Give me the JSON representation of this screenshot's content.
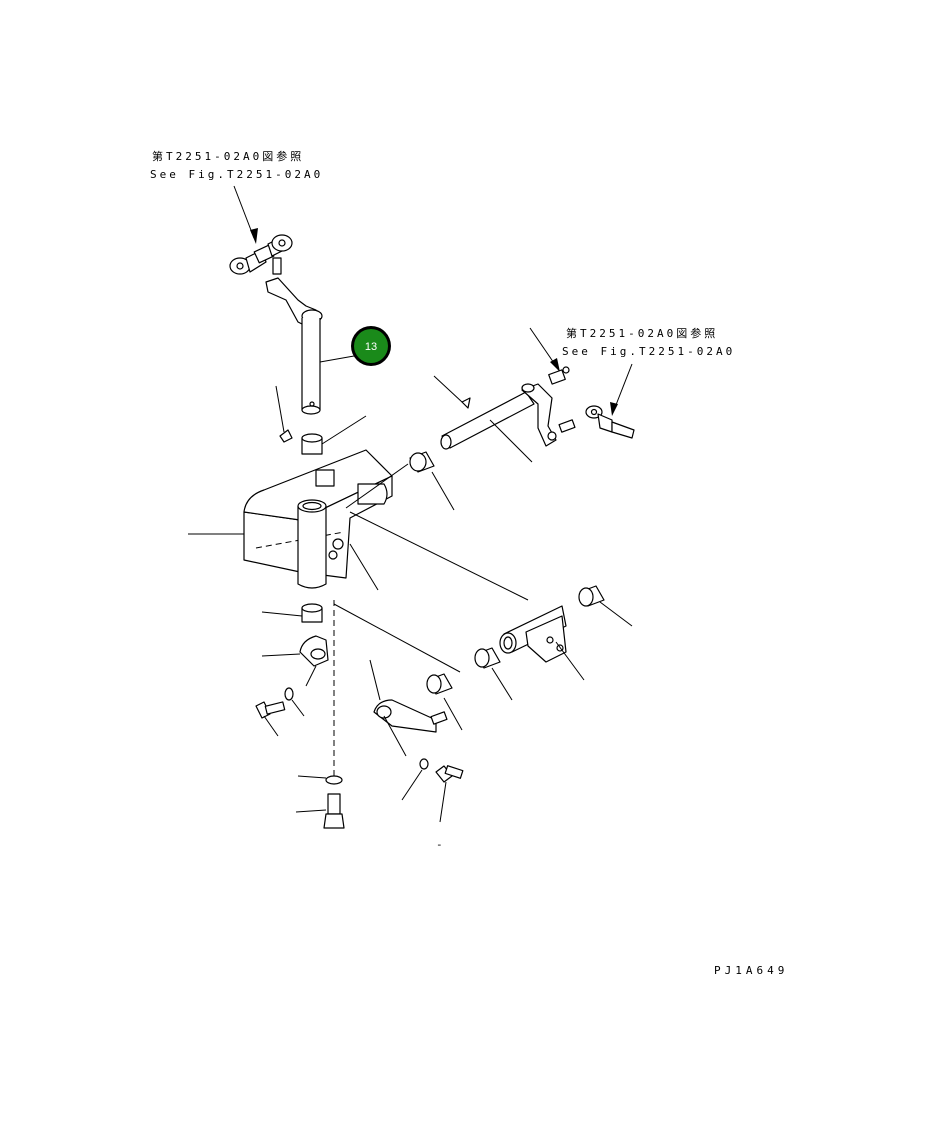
{
  "references": [
    {
      "jp": "第T2251-02A0図参照",
      "en": "See Fig.T2251-02A0"
    },
    {
      "jp": "第T2251-02A0図参照",
      "en": "See Fig.T2251-02A0"
    }
  ],
  "callout": {
    "number": "13",
    "color": "#1a8a1a"
  },
  "drawing_code": "PJ1A649",
  "minor_mark": "-"
}
